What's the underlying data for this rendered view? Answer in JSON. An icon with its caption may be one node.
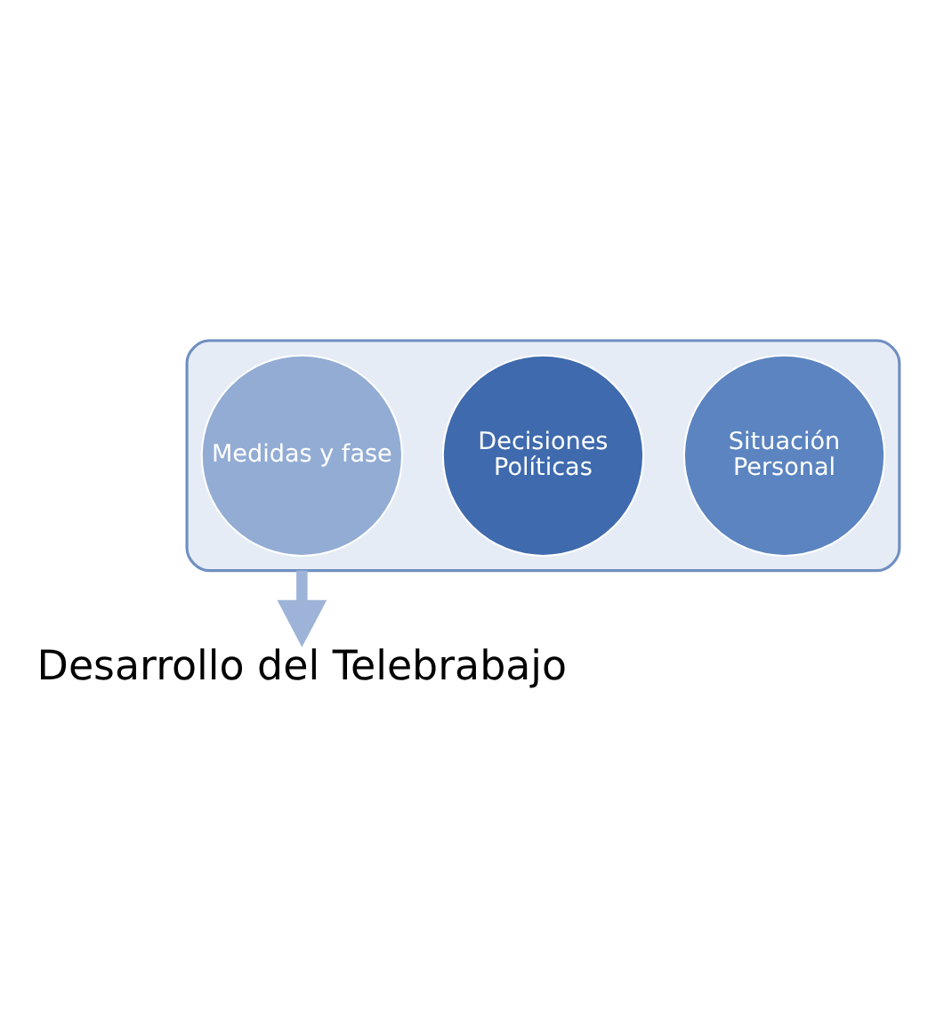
{
  "diagram": {
    "nodes": [
      {
        "text": [],
        "shape": "funnel"
      },
      {
        "text": [
          "Situación Personal"
        ],
        "in": 0
      },
      {
        "text": [
          "Decisiones Políticas"
        ],
        "in": 0
      },
      {
        "text": [
          "Medidas y fase"
        ],
        "in": 0
      },
      {
        "text": [
          "Desarrollo del Telebrabajo"
        ]
      }
    ],
    "edges": [
      {
        "from": 0,
        "to": 4,
        "arrow": "to"
      }
    ]
  }
}
